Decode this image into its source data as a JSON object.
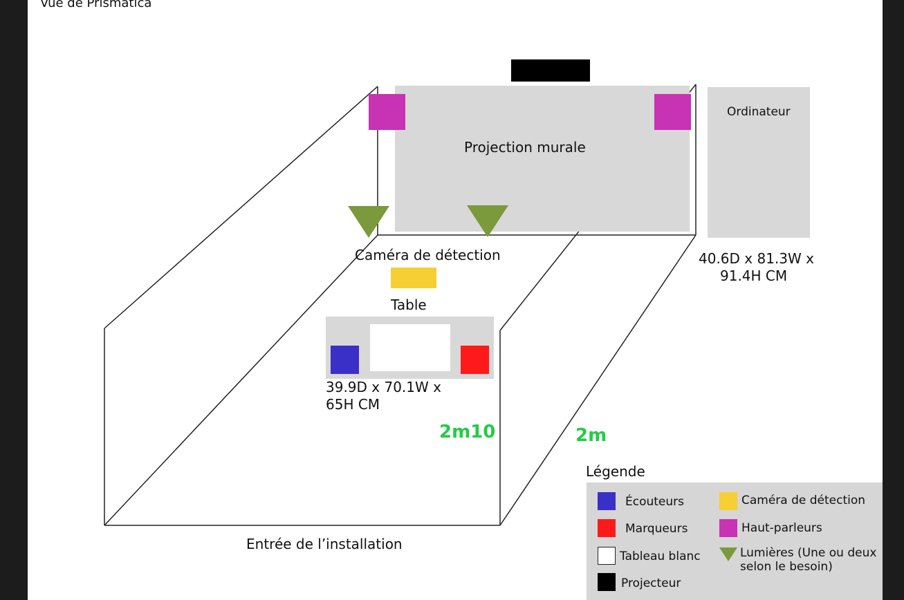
{
  "title": "Vue de Prismatica",
  "labels": {
    "projection": "Projection murale",
    "computer": "Ordinateur",
    "computer_dims_1": "40.6D x 81.3W x",
    "computer_dims_2": "91.4H CM",
    "camera": "Caméra de détection",
    "table": "Table",
    "table_dims_1": "39.9D x 70.1W x",
    "table_dims_2": "65H CM",
    "length": "2m10",
    "width": "2m",
    "entrance": "Entrée de l’installation"
  },
  "legend": {
    "title": "Légende",
    "items": [
      {
        "label": "Écouteurs",
        "color": "#3a2fc6"
      },
      {
        "label": "Marqueurs",
        "color": "#ff1a1a"
      },
      {
        "label": "Tableau blanc",
        "color": "#ffffff"
      },
      {
        "label": "Projecteur",
        "color": "#000000"
      },
      {
        "label": "Caméra de détection",
        "color": "#f5cf34"
      },
      {
        "label": "Haut-parleurs",
        "color": "#c832b4"
      },
      {
        "label": "Lumières (Une ou deux",
        "label2": "selon le besoin)",
        "color": "#7a9a3c"
      }
    ]
  },
  "colors": {
    "headphones": "#3a2fc6",
    "markers": "#ff1a1a",
    "whiteboard": "#ffffff",
    "projector": "#000000",
    "camera": "#f5cf34",
    "speakers": "#c832b4",
    "lights": "#7a9a3c",
    "dimension": "#22cc44",
    "panel": "#d8d8d8"
  }
}
